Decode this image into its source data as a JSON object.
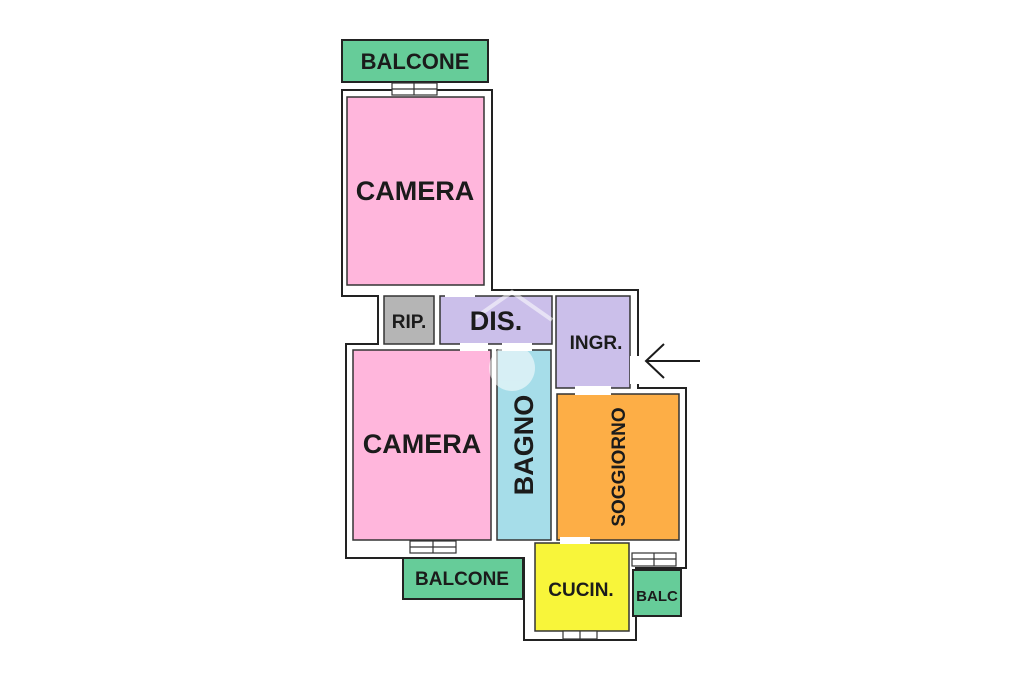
{
  "floorplan": {
    "rooms": {
      "balcone_top": "BALCONE",
      "camera_top": "CAMERA",
      "rip": "RIP.",
      "dis": "DIS.",
      "ingr": "INGR.",
      "camera_bottom": "CAMERA",
      "bagno": "BAGNO",
      "soggiorno": "SOGGIORNO",
      "balcone_bottom": "BALCONE",
      "cucina": "CUCIN.",
      "balc": "BALC"
    },
    "entrance_arrow": "←",
    "colors": {
      "camera": "#ffb6dc",
      "corridor": "#cbbfea",
      "rip": "#b5b5b5",
      "bagno": "#a6dde9",
      "soggiorno": "#fdae46",
      "cucina": "#f8f53a",
      "balcone": "#66cc99"
    }
  }
}
